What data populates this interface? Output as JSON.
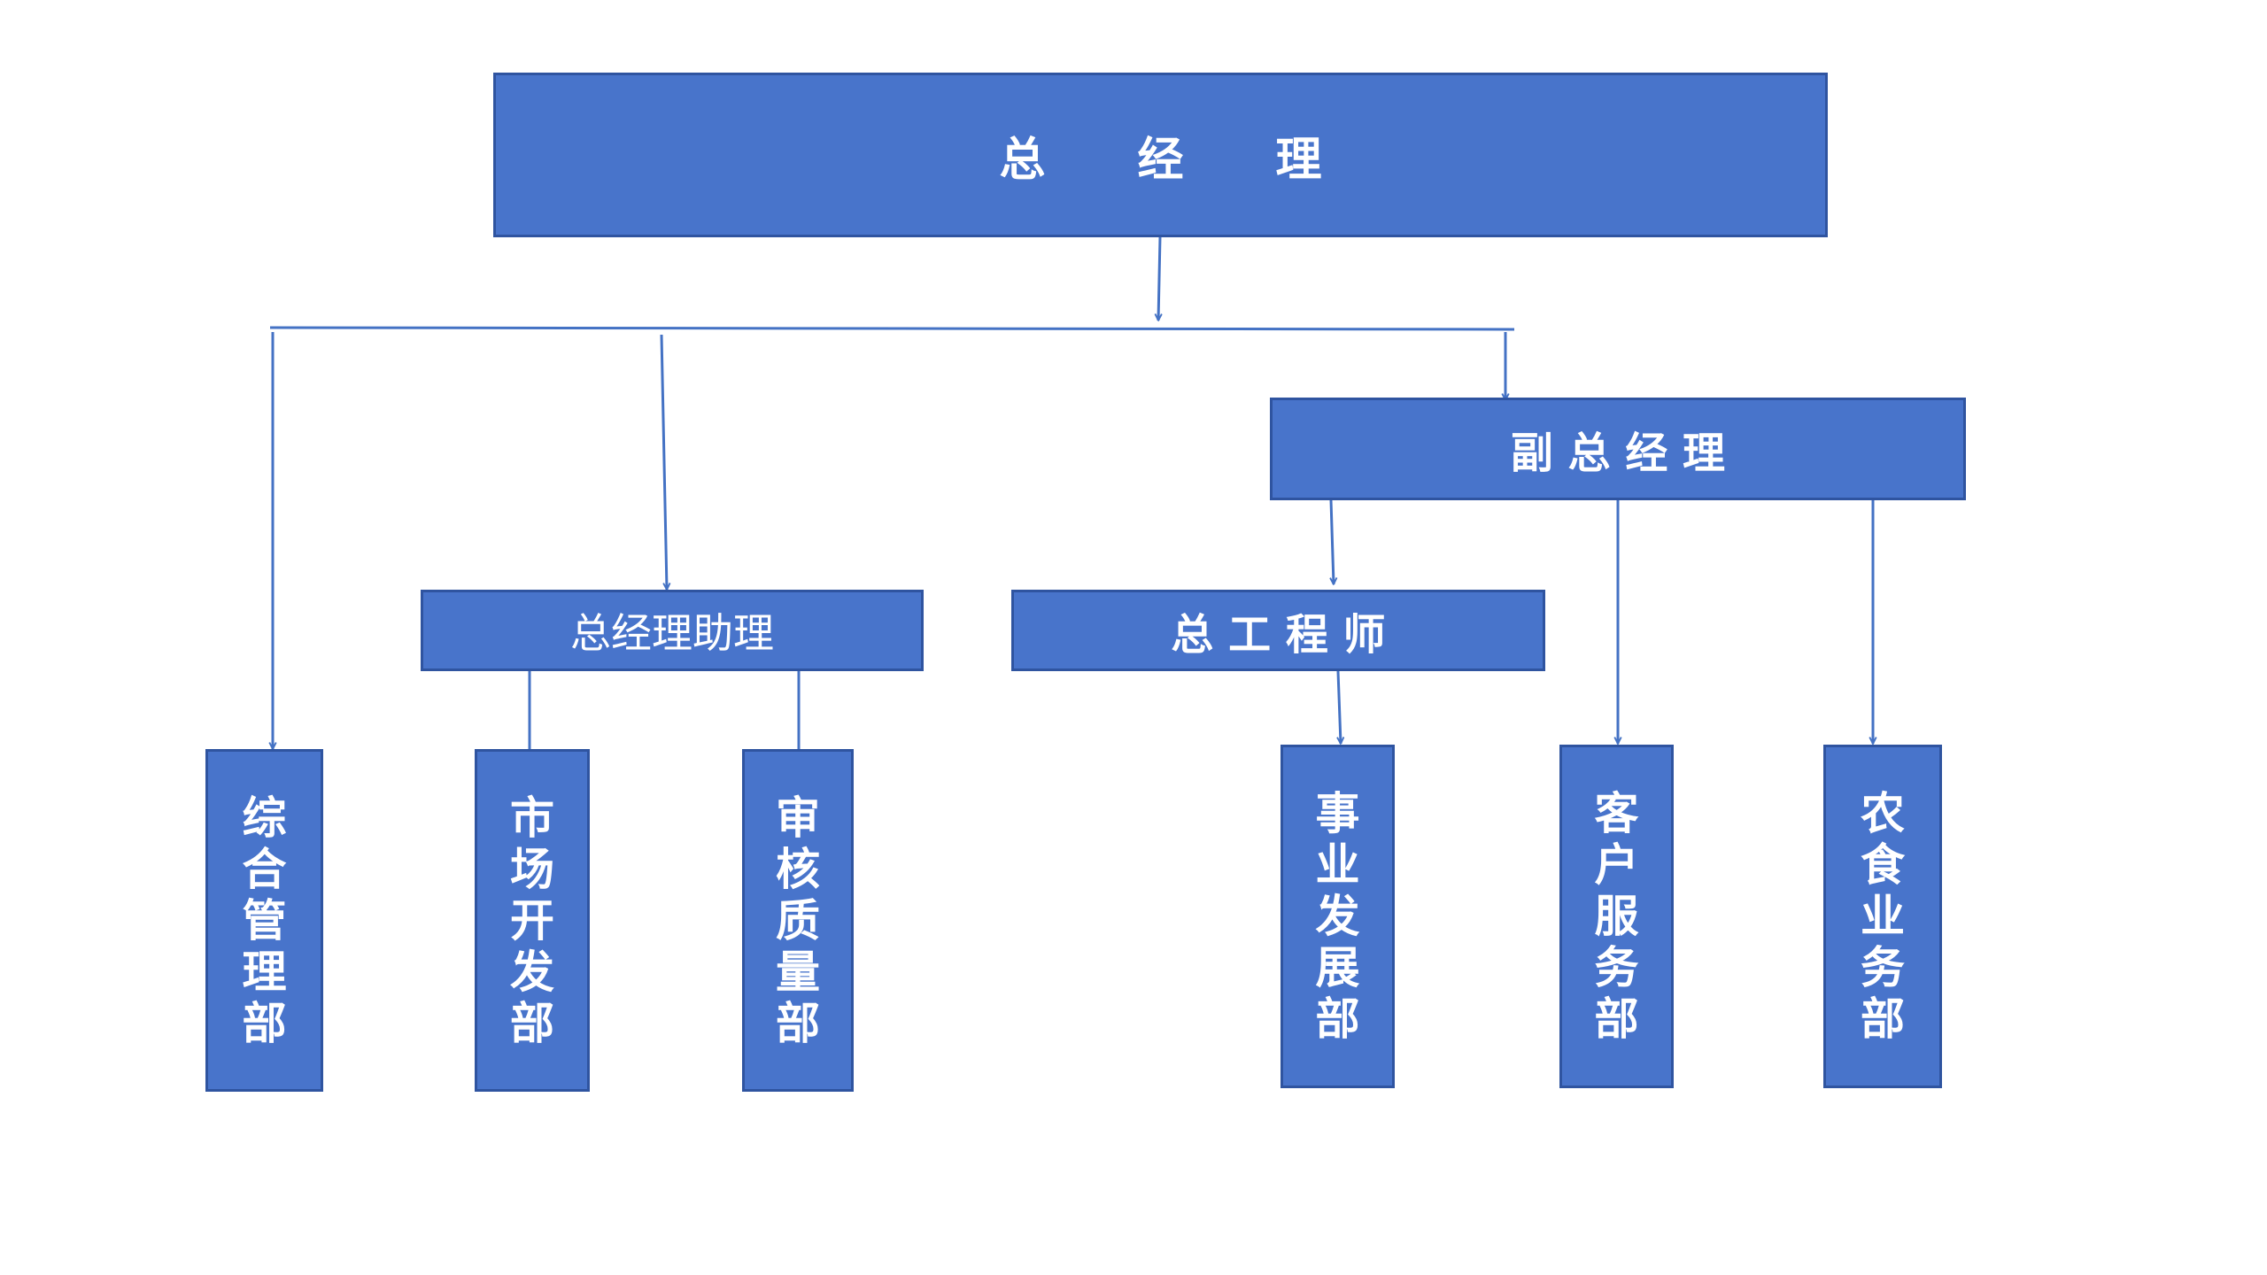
{
  "colors": {
    "box_fill": "#4874cb",
    "box_border": "#2f54a0",
    "connector": "#4472c4",
    "text": "#ffffff"
  },
  "org": {
    "general_manager": "总　　经　　理",
    "deputy_general_manager": "副 总 经 理",
    "gm_assistant": "总经理助理",
    "chief_engineer": "总 工 程 师",
    "departments": {
      "general_admin": "综合管理部",
      "market_dev": "市场开发部",
      "audit_quality": "审核质量部",
      "business_dev": "事业发展部",
      "customer_service": "客户服务部",
      "agri_food": "农食业务部"
    }
  }
}
